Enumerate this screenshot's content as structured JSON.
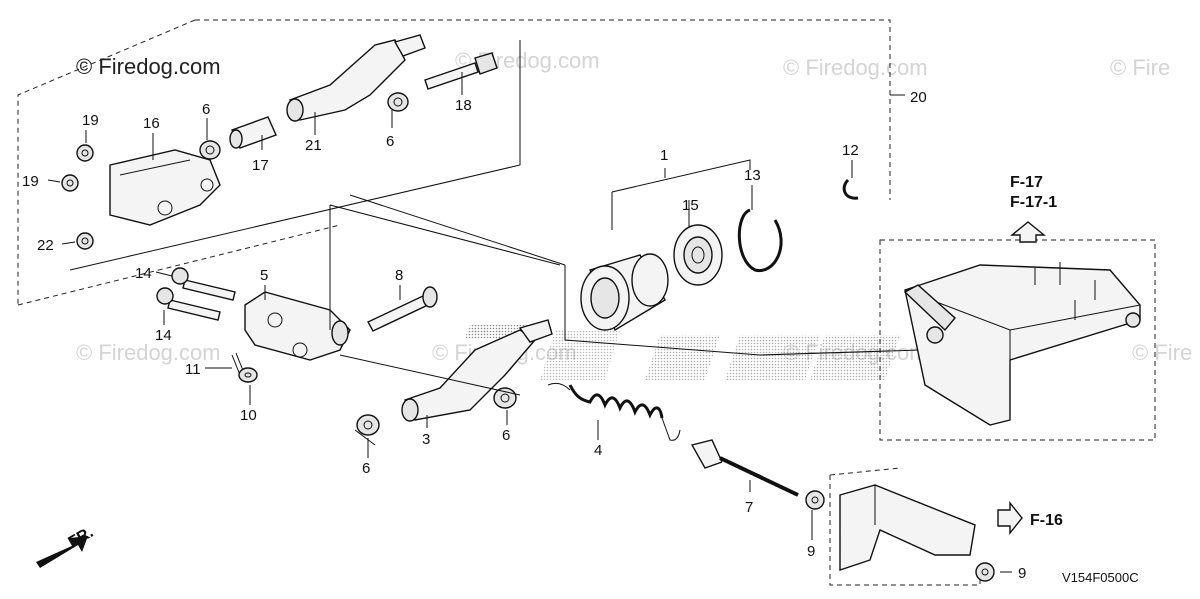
{
  "watermarks": {
    "main": "© Firedog.com",
    "faint": [
      "© Firedog.com",
      "© Firedog.com",
      "© Firedog.com",
      "© Fire",
      "© Firedog.com",
      "© Firedog.com",
      "© Fire"
    ]
  },
  "callouts": [
    "1",
    "15",
    "13",
    "12",
    "20",
    "19",
    "16",
    "6",
    "17",
    "21",
    "6",
    "18",
    "19",
    "22",
    "14",
    "5",
    "8",
    "14",
    "11",
    "10",
    "3",
    "6",
    "6",
    "4",
    "7",
    "9",
    "9"
  ],
  "references": {
    "f17": "F-17",
    "f17_1": "F-17-1",
    "f16": "F-16"
  },
  "direction_label": "FR.",
  "diagram_code": "V154F0500C",
  "colors": {
    "line": "#111111",
    "fill": "#f4f4f4",
    "watermark": "#d4d4d4",
    "logo_dots": "#888888"
  }
}
